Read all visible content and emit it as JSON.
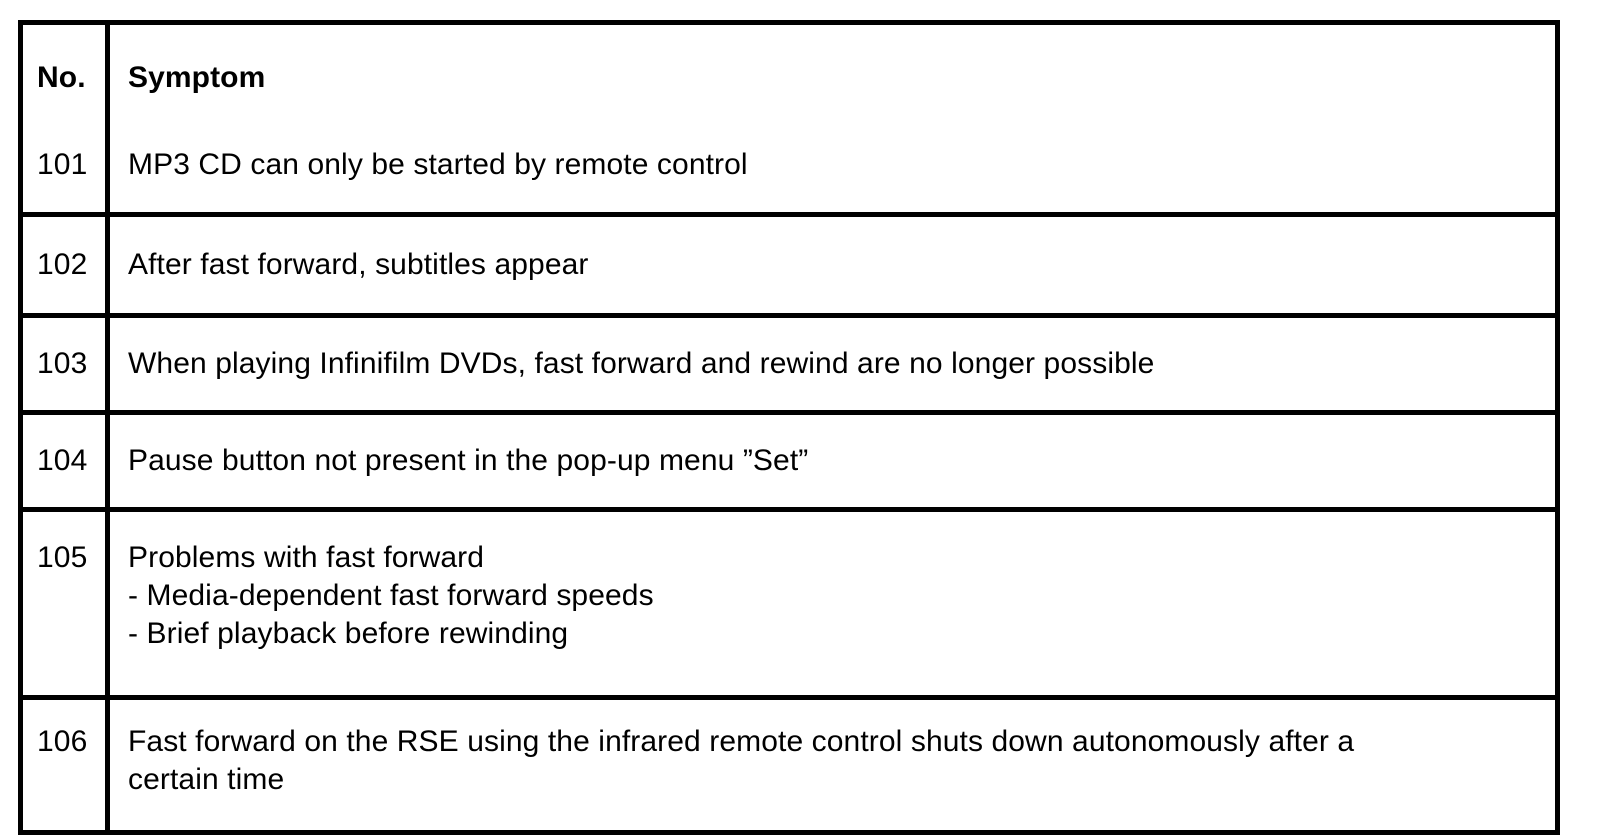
{
  "document": {
    "type": "symptom-table",
    "background_color": "#ffffff",
    "text_color": "#000000",
    "border_color": "#000000"
  },
  "table": {
    "name": "symptom-table",
    "columns": [
      {
        "key": "no",
        "header": "No."
      },
      {
        "key": "symptom",
        "header": "Symptom"
      }
    ],
    "rows": [
      {
        "no": "101",
        "lines": [
          "MP3 CD can only be started by remote control"
        ]
      },
      {
        "no": "102",
        "lines": [
          "After fast forward, subtitles appear"
        ]
      },
      {
        "no": "103",
        "lines": [
          "When playing Infinifilm DVDs, fast forward and rewind are no longer possible"
        ]
      },
      {
        "no": "104",
        "lines": [
          "Pause button not present in the pop-up menu ”Set”"
        ]
      },
      {
        "no": "105",
        "lines": [
          "Problems with fast forward",
          "- Media-dependent fast forward speeds",
          "- Brief playback before rewinding"
        ]
      },
      {
        "no": "106",
        "lines": [
          "Fast forward on the RSE using the infrared remote control shuts down autonomously after a",
          "certain time"
        ]
      }
    ]
  }
}
